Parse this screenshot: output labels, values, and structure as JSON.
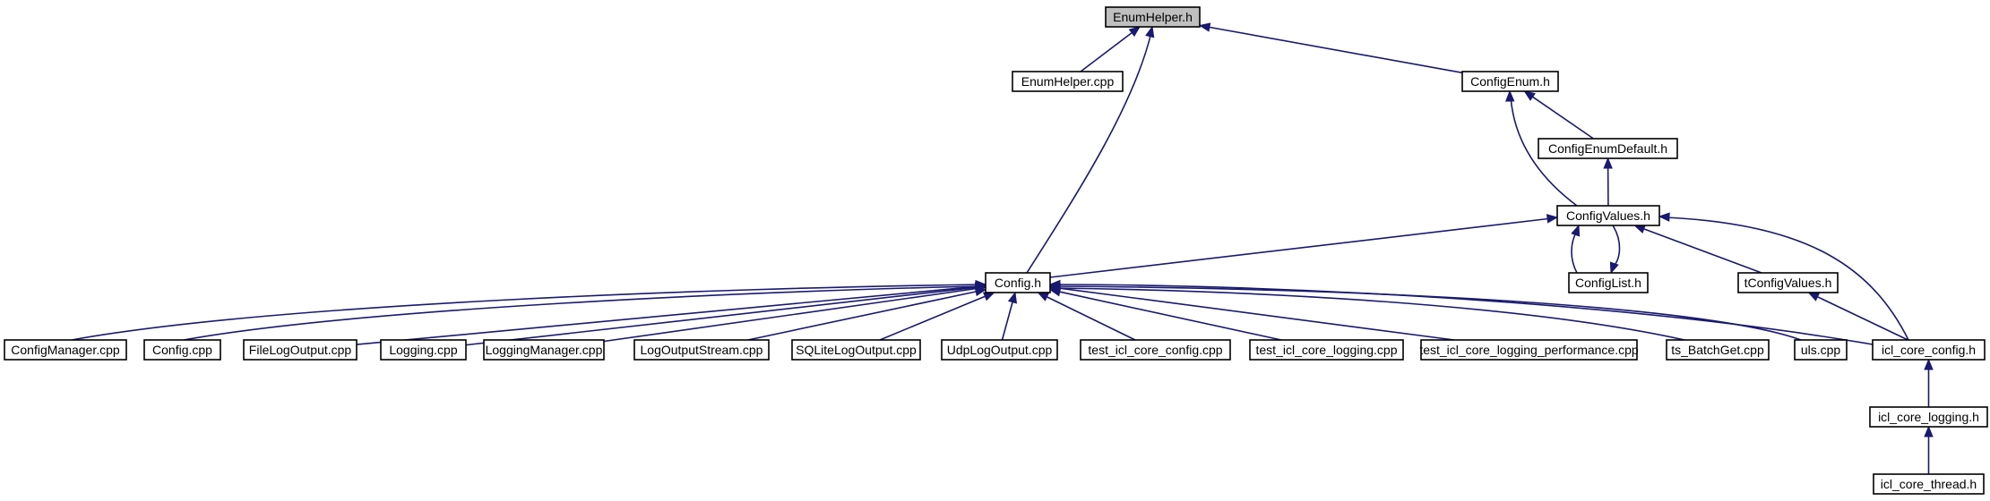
{
  "graph": {
    "root": "EnumHelper.h",
    "colors": {
      "edge": "#191970",
      "node_fill": "#ffffff",
      "root_fill": "#bfbfbf",
      "border": "#000000"
    },
    "nodes": [
      {
        "id": "enumhelper_h",
        "label": "EnumHelper.h",
        "root": true
      },
      {
        "id": "enumhelper_cpp",
        "label": "EnumHelper.cpp"
      },
      {
        "id": "configenum_h",
        "label": "ConfigEnum.h"
      },
      {
        "id": "configenumdefault_h",
        "label": "ConfigEnumDefault.h"
      },
      {
        "id": "configvalues_h",
        "label": "ConfigValues.h"
      },
      {
        "id": "config_h",
        "label": "Config.h"
      },
      {
        "id": "configlist_h",
        "label": "ConfigList.h"
      },
      {
        "id": "tconfigvalues_h",
        "label": "tConfigValues.h"
      },
      {
        "id": "configmanager_cpp",
        "label": "ConfigManager.cpp"
      },
      {
        "id": "config_cpp",
        "label": "Config.cpp"
      },
      {
        "id": "filelogoutput_cpp",
        "label": "FileLogOutput.cpp"
      },
      {
        "id": "logging_cpp",
        "label": "Logging.cpp"
      },
      {
        "id": "loggingmanager_cpp",
        "label": "LoggingManager.cpp"
      },
      {
        "id": "logoutputstream_cpp",
        "label": "LogOutputStream.cpp"
      },
      {
        "id": "sqlitelogoutput_cpp",
        "label": "SQLiteLogOutput.cpp"
      },
      {
        "id": "udplogoutput_cpp",
        "label": "UdpLogOutput.cpp"
      },
      {
        "id": "test_icl_core_config_cpp",
        "label": "test_icl_core_config.cpp"
      },
      {
        "id": "test_icl_core_logging_cpp",
        "label": "test_icl_core_logging.cpp"
      },
      {
        "id": "test_icl_core_logging_performance_cpp",
        "label": "test_icl_core_logging_performance.cpp"
      },
      {
        "id": "ts_batchget_cpp",
        "label": "ts_BatchGet.cpp"
      },
      {
        "id": "uls_cpp",
        "label": "uls.cpp"
      },
      {
        "id": "icl_core_config_h",
        "label": "icl_core_config.h"
      },
      {
        "id": "icl_core_logging_h",
        "label": "icl_core_logging.h"
      },
      {
        "id": "icl_core_thread_h",
        "label": "icl_core_thread.h"
      }
    ],
    "edges": [
      {
        "from": "enumhelper_cpp",
        "to": "enumhelper_h"
      },
      {
        "from": "config_h",
        "to": "enumhelper_h"
      },
      {
        "from": "configenum_h",
        "to": "enumhelper_h"
      },
      {
        "from": "configenumdefault_h",
        "to": "configenum_h"
      },
      {
        "from": "configvalues_h",
        "to": "configenum_h"
      },
      {
        "from": "configvalues_h",
        "to": "configenumdefault_h"
      },
      {
        "from": "config_h",
        "to": "configvalues_h"
      },
      {
        "from": "configlist_h",
        "to": "configvalues_h"
      },
      {
        "from": "configvalues_h",
        "to": "configlist_h"
      },
      {
        "from": "tconfigvalues_h",
        "to": "configvalues_h"
      },
      {
        "from": "icl_core_config_h",
        "to": "configvalues_h"
      },
      {
        "from": "configmanager_cpp",
        "to": "config_h"
      },
      {
        "from": "config_cpp",
        "to": "config_h"
      },
      {
        "from": "filelogoutput_cpp",
        "to": "config_h"
      },
      {
        "from": "logging_cpp",
        "to": "config_h"
      },
      {
        "from": "loggingmanager_cpp",
        "to": "config_h"
      },
      {
        "from": "logoutputstream_cpp",
        "to": "config_h"
      },
      {
        "from": "sqlitelogoutput_cpp",
        "to": "config_h"
      },
      {
        "from": "udplogoutput_cpp",
        "to": "config_h"
      },
      {
        "from": "test_icl_core_config_cpp",
        "to": "config_h"
      },
      {
        "from": "test_icl_core_logging_cpp",
        "to": "config_h"
      },
      {
        "from": "test_icl_core_logging_performance_cpp",
        "to": "config_h"
      },
      {
        "from": "ts_batchget_cpp",
        "to": "config_h"
      },
      {
        "from": "uls_cpp",
        "to": "config_h"
      },
      {
        "from": "icl_core_config_h",
        "to": "config_h"
      },
      {
        "from": "icl_core_config_h",
        "to": "tconfigvalues_h"
      },
      {
        "from": "icl_core_logging_h",
        "to": "icl_core_config_h"
      },
      {
        "from": "icl_core_thread_h",
        "to": "icl_core_logging_h"
      }
    ]
  }
}
